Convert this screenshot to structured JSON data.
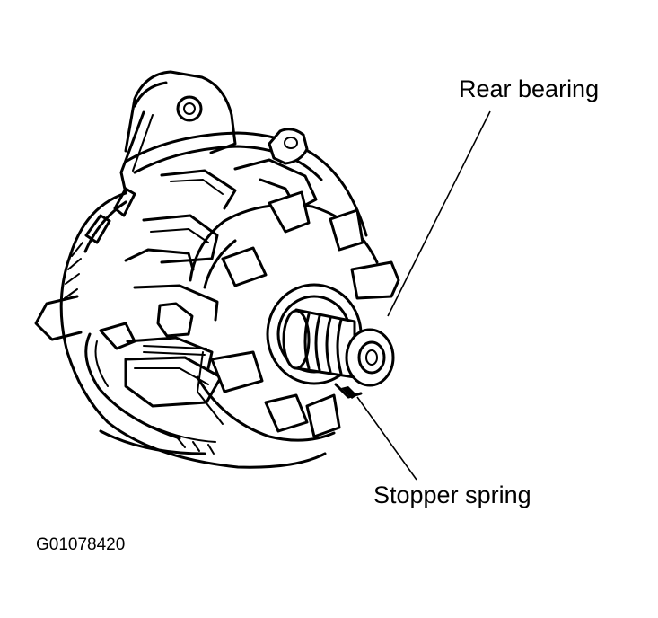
{
  "labels": {
    "rear_bearing": "Rear bearing",
    "stopper_spring": "Stopper spring",
    "figure_code": "G01078420"
  },
  "colors": {
    "line": "#000000",
    "background": "#ffffff"
  }
}
